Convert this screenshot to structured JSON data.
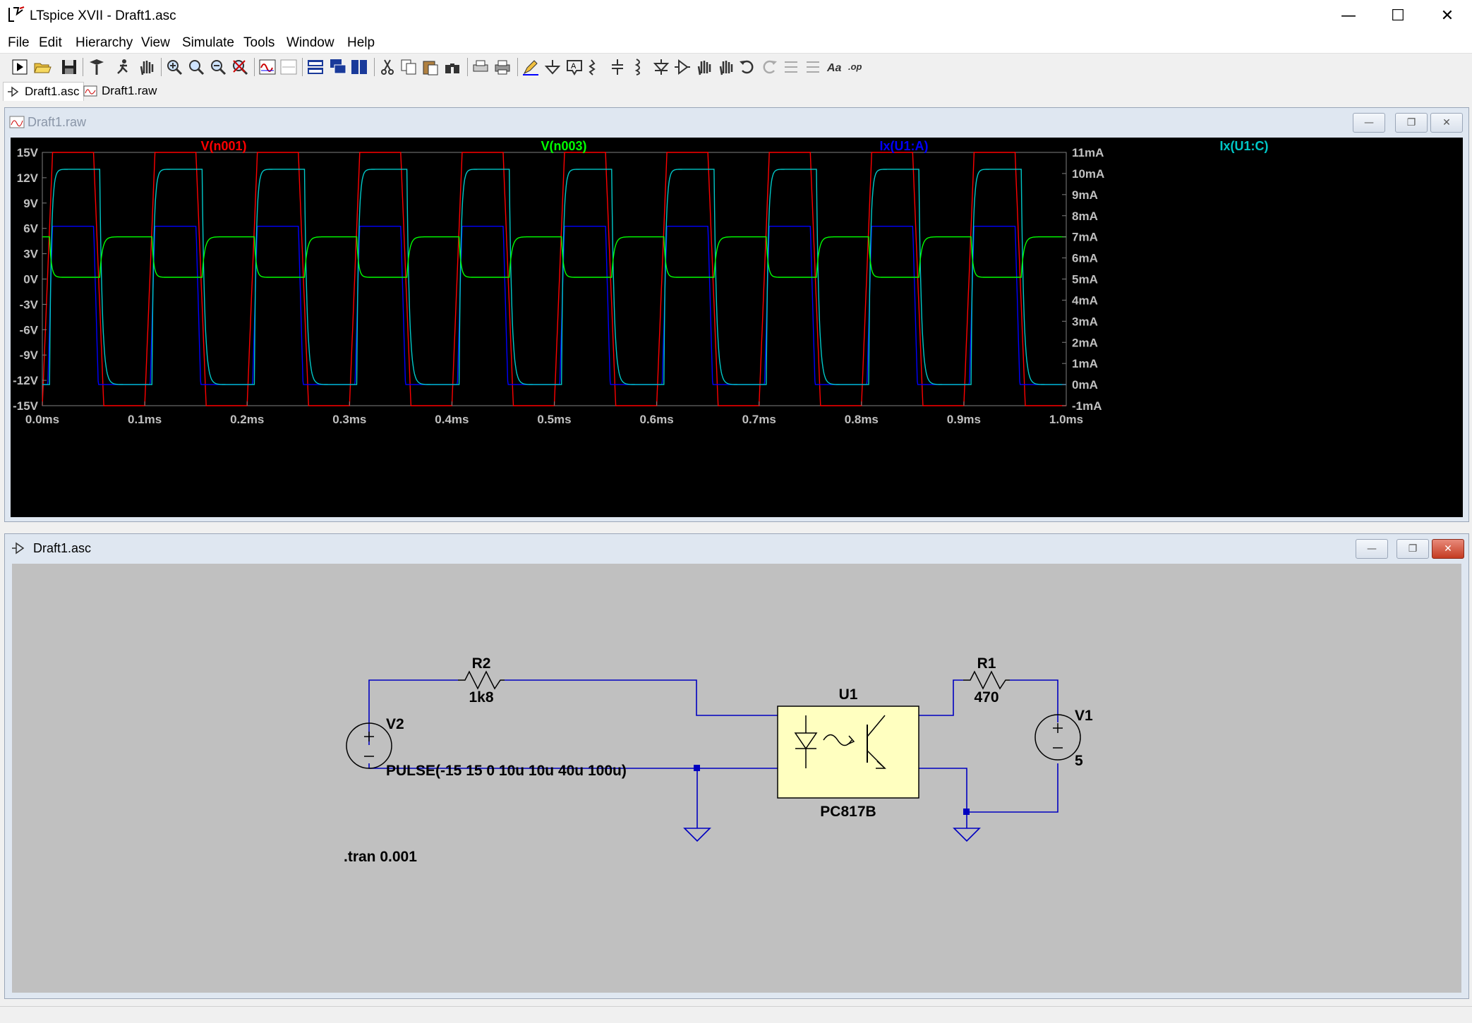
{
  "window": {
    "title": "LTspice XVII - Draft1.asc",
    "minimize": "—",
    "maximize": "☐",
    "close": "✕"
  },
  "menu": [
    "File",
    "Edit",
    "Hierarchy",
    "View",
    "Simulate",
    "Tools",
    "Window",
    "Help"
  ],
  "doc_tabs": [
    {
      "label": "Draft1.asc",
      "active": true
    },
    {
      "label": "Draft1.raw",
      "active": false
    }
  ],
  "plot_window": {
    "title": "Draft1.raw",
    "traces": [
      {
        "name": "V(n001)",
        "color": "#ff0000"
      },
      {
        "name": "V(n003)",
        "color": "#00ff00"
      },
      {
        "name": "Ix(U1:A)",
        "color": "#0000ff"
      },
      {
        "name": "Ix(U1:C)",
        "color": "#00c8c8"
      }
    ],
    "left_ticks": [
      "15V",
      "12V",
      "9V",
      "6V",
      "3V",
      "0V",
      "-3V",
      "-6V",
      "-9V",
      "-12V",
      "-15V"
    ],
    "right_ticks": [
      "11mA",
      "10mA",
      "9mA",
      "8mA",
      "7mA",
      "6mA",
      "5mA",
      "4mA",
      "3mA",
      "2mA",
      "1mA",
      "0mA",
      "-1mA"
    ],
    "x_ticks": [
      "0.0ms",
      "0.1ms",
      "0.2ms",
      "0.3ms",
      "0.4ms",
      "0.5ms",
      "0.6ms",
      "0.7ms",
      "0.8ms",
      "0.9ms",
      "1.0ms"
    ],
    "background": "#000000"
  },
  "schematic_window": {
    "title": "Draft1.asc",
    "background": "#c0c0c0",
    "wire_color": "#0000c0",
    "labels": {
      "r2_name": "R2",
      "r2_value": "1k8",
      "r1_name": "R1",
      "r1_value": "470",
      "u1_name": "U1",
      "u1_part": "PC817B",
      "v2_name": "V2",
      "v2_value": "PULSE(-15 15 0 10u 10u 40u 100u)",
      "v1_name": "V1",
      "v1_value": "5",
      "directive": ".tran 0.001"
    }
  }
}
